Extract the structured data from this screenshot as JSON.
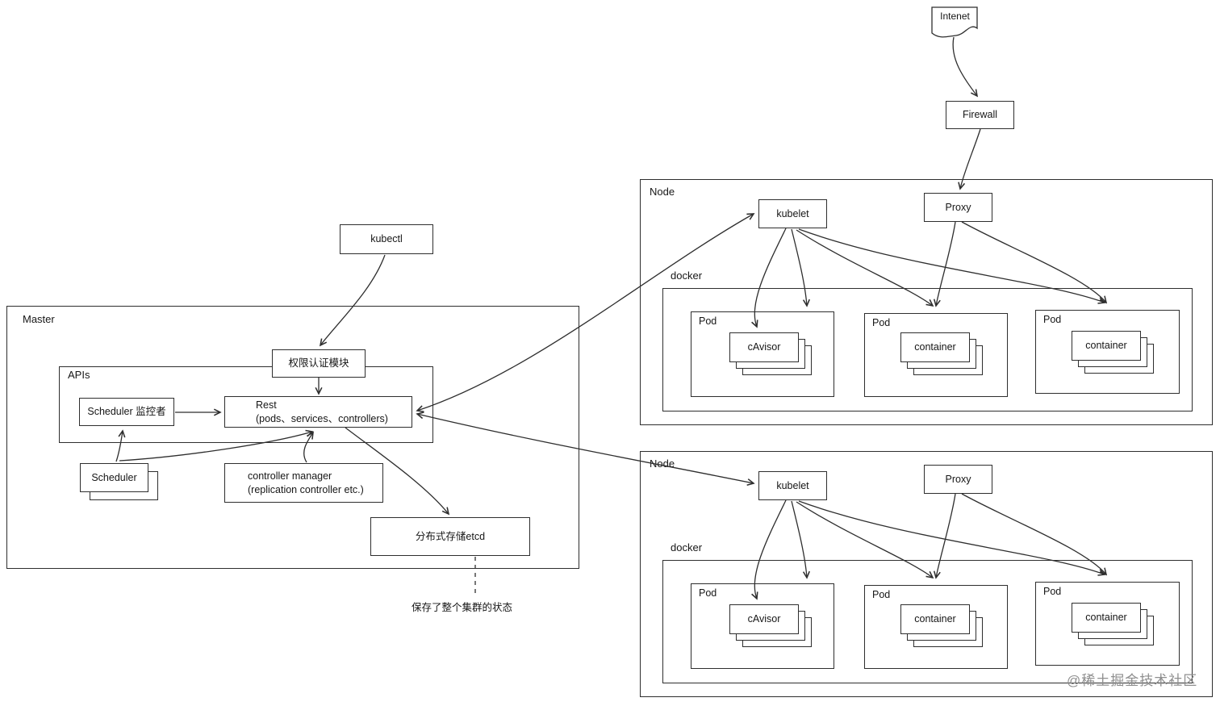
{
  "diagram": {
    "internet": {
      "label": "Intenet"
    },
    "firewall": {
      "label": "Firewall"
    },
    "kubectl": {
      "label": "kubectl"
    },
    "master": {
      "label": "Master",
      "apis_label": "APIs",
      "auth_module": "权限认证模块",
      "scheduler_watcher": "Scheduler 监控者",
      "rest_line1": "Rest",
      "rest_line2": "(pods、services、controllers)",
      "scheduler": "Scheduler",
      "controller_manager_line1": "controller manager",
      "controller_manager_line2": "(replication controller etc.)",
      "etcd": "分布式存储etcd",
      "etcd_note": "保存了整个集群的状态"
    },
    "nodes": [
      {
        "label": "Node",
        "kubelet": "kubelet",
        "proxy": "Proxy",
        "docker_label": "docker",
        "pods": [
          {
            "label": "Pod",
            "inner": "cAvisor"
          },
          {
            "label": "Pod",
            "inner": "container"
          },
          {
            "label": "Pod",
            "inner": "container"
          }
        ]
      },
      {
        "label": "Node",
        "kubelet": "kubelet",
        "proxy": "Proxy",
        "docker_label": "docker",
        "pods": [
          {
            "label": "Pod",
            "inner": "cAvisor"
          },
          {
            "label": "Pod",
            "inner": "container"
          },
          {
            "label": "Pod",
            "inner": "container"
          }
        ]
      }
    ],
    "watermark": "@稀土掘金技术社区",
    "colors": {
      "ink": "#2e2e2e",
      "watermark_gray": "#8f8f8f",
      "background": "#ffffff"
    }
  }
}
